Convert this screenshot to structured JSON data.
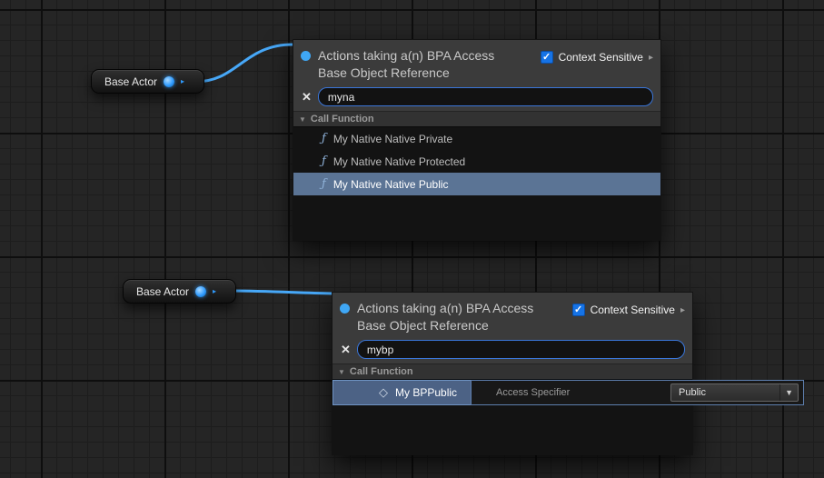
{
  "nodes": [
    {
      "label": "Base Actor"
    },
    {
      "label": "Base Actor"
    }
  ],
  "menus": [
    {
      "title": "Actions taking a(n) BPA Access Base Object Reference",
      "context_sensitive": {
        "label": "Context Sensitive",
        "checked": true
      },
      "search": {
        "value": "myna"
      },
      "category": "Call Function",
      "items": [
        {
          "icon": "function-icon",
          "label": "My Native Native Private",
          "selected": false
        },
        {
          "icon": "function-icon",
          "label": "My Native Native Protected",
          "selected": false
        },
        {
          "icon": "function-icon",
          "label": "My Native Native Public",
          "selected": true
        }
      ]
    },
    {
      "title": "Actions taking a(n) BPA Access Base Object Reference",
      "context_sensitive": {
        "label": "Context Sensitive",
        "checked": true
      },
      "search": {
        "value": "mybp"
      },
      "category": "Call Function",
      "items": [
        {
          "icon": "blueprint-function-icon",
          "label": "My BPPublic",
          "selected": true
        }
      ],
      "detail": {
        "label": "Access Specifier",
        "value": "Public"
      }
    }
  ],
  "icons": {
    "clear": "✕",
    "check": "✓",
    "collapse": "▼",
    "expand_right": "▸",
    "function": "ƒ",
    "diamond": "◇",
    "dropdown_chevron": "▼"
  },
  "colors": {
    "wire_blue": "#47a8f8",
    "selection_blue": "#5b7495",
    "pin_blue": "#2f9bff",
    "checkbox_blue": "#1673e6",
    "search_border_blue": "#3a76d9"
  }
}
